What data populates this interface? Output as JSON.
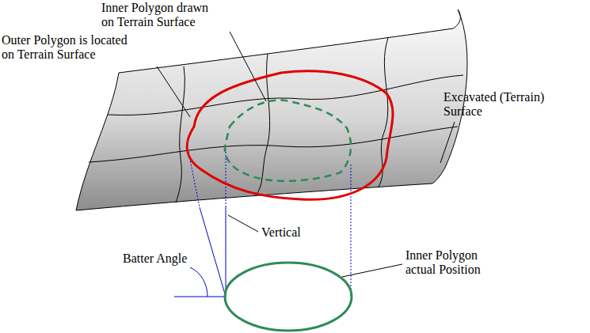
{
  "diagram": {
    "labels": [
      "Inner Polygon drawn on Terrain Surface",
      "Outer Polygon is located on Terrain Surface",
      "Excavated (Terrain) Surface",
      "Vertical",
      "Batter Angle",
      "Inner Polygon actual Position"
    ]
  }
}
